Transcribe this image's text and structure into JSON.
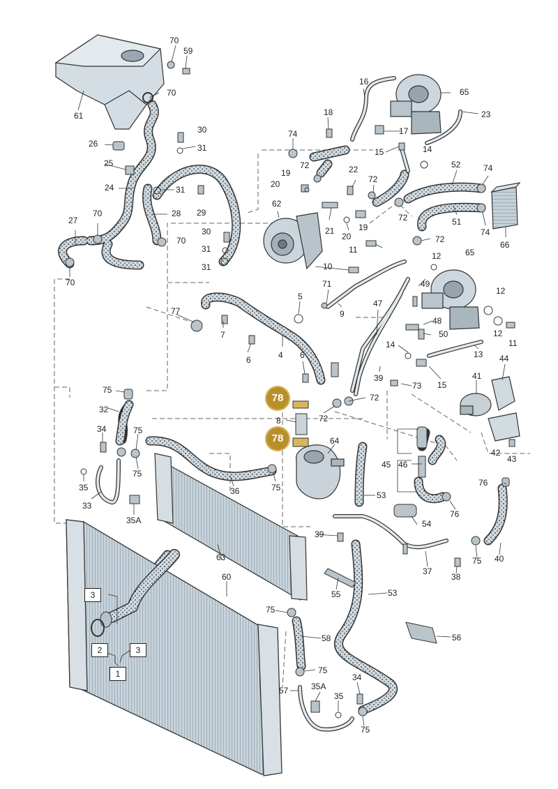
{
  "labels": {
    "l70a": "70",
    "l59": "59",
    "l70b": "70",
    "l61": "61",
    "l16": "16",
    "l65a": "65",
    "l23": "23",
    "l18": "18",
    "l17": "17",
    "l74a": "74",
    "l15a": "15",
    "l14a": "14",
    "l30a": "30",
    "l26": "26",
    "l31a": "31",
    "l72a": "72",
    "l22": "22",
    "l52": "52",
    "l74b": "74",
    "l25": "25",
    "l19a": "19",
    "l20a": "20",
    "l72b": "72",
    "l24": "24",
    "l31b": "31",
    "l29": "29",
    "l28": "28",
    "l62": "62",
    "l21": "21",
    "l19b": "19",
    "l72c": "72",
    "l51": "51",
    "l74c": "74",
    "l66": "66",
    "l27": "27",
    "l70c": "70",
    "l20b": "20",
    "l72d": "72",
    "l30b": "30",
    "l70d": "70",
    "l11a": "11",
    "l12a": "12",
    "l65b": "65",
    "l31c": "31",
    "l31d": "31",
    "l70e": "70",
    "l10": "10",
    "l71": "71",
    "l49": "49",
    "l12b": "12",
    "l5": "5",
    "l77": "77",
    "l47": "47",
    "l9": "9",
    "l48": "48",
    "l12c": "12",
    "l7": "7",
    "l50": "50",
    "l11b": "11",
    "l14b": "14",
    "l6a": "6",
    "l4": "4",
    "l13": "13",
    "l44": "44",
    "l6b": "6",
    "l39a": "39",
    "l15b": "15",
    "l73": "73",
    "l41": "41",
    "l75a": "75",
    "l72e": "72",
    "l72f": "72",
    "l32": "32",
    "l8": "8",
    "l64": "64",
    "l34a": "34",
    "l75b": "75",
    "l45": "45",
    "l46": "46",
    "l42": "42",
    "l43": "43",
    "l35a": "35",
    "l75c": "75",
    "l36": "36",
    "l75d": "75",
    "l53a": "53",
    "l33": "33",
    "l35A": "35A",
    "l76a": "76",
    "l76b": "76",
    "l54": "54",
    "l39b": "39",
    "l75e": "75",
    "l40": "40",
    "l63": "63",
    "l37": "37",
    "l38": "38",
    "l60": "60",
    "l55": "55",
    "l53b": "53",
    "l75f": "75",
    "l58": "58",
    "l56": "56",
    "l75g": "75",
    "l34b": "34",
    "l57": "57",
    "l35Ab": "35A",
    "l35b": "35",
    "l75h": "75"
  },
  "boxed": {
    "b3a": "3",
    "b2": "2",
    "b3b": "3",
    "b1": "1"
  },
  "badges": {
    "top": "78",
    "bottom": "78"
  }
}
